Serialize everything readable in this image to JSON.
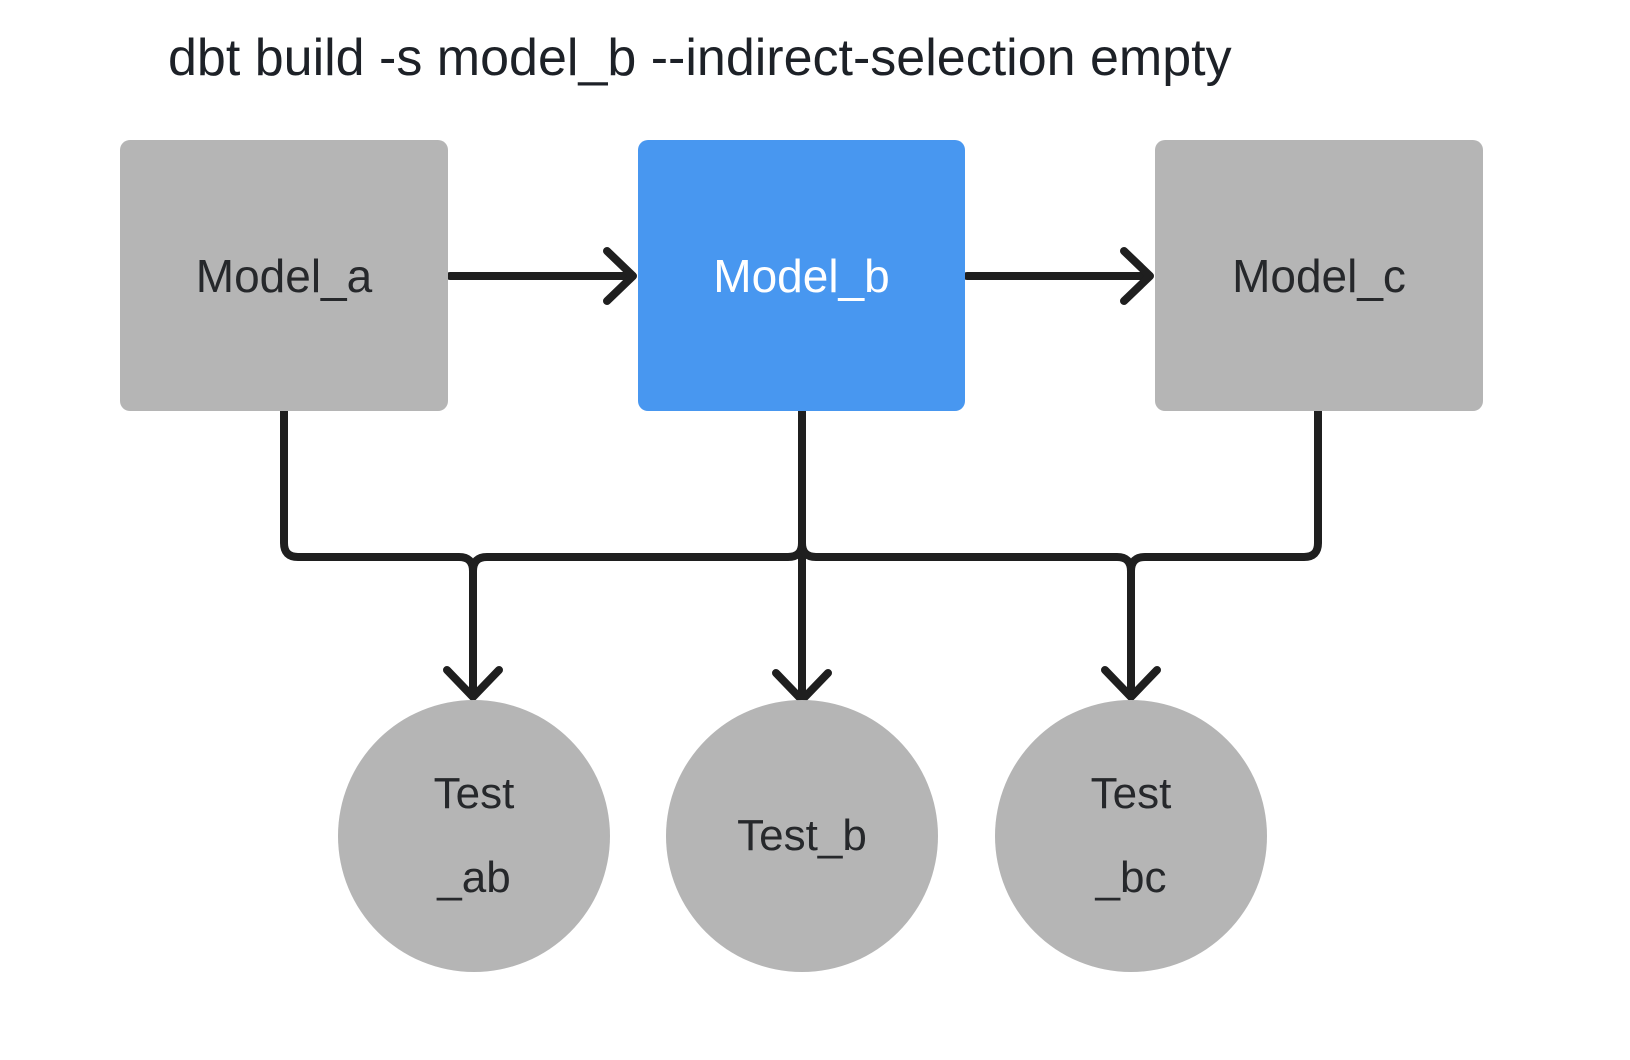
{
  "title": "dbt build -s model_b --indirect-selection empty",
  "colors": {
    "background": "#ffffff",
    "node_gray": "#b5b5b5",
    "node_selected_blue": "#4897f0",
    "edge_black": "#1f1f1f",
    "node_text_dark": "#26282b",
    "node_text_light": "#ffffff",
    "title_text": "#1d2127"
  },
  "nodes": {
    "model_a": {
      "label": "Model_a",
      "shape": "rect",
      "state": "unselected"
    },
    "model_b": {
      "label": "Model_b",
      "shape": "rect",
      "state": "selected"
    },
    "model_c": {
      "label": "Model_c",
      "shape": "rect",
      "state": "unselected"
    },
    "test_ab": {
      "label": "Test\n_ab",
      "shape": "circle",
      "state": "unselected"
    },
    "test_b": {
      "label": "Test_b",
      "shape": "circle",
      "state": "unselected"
    },
    "test_bc": {
      "label": "Test\n_bc",
      "shape": "circle",
      "state": "unselected"
    }
  },
  "edges": [
    {
      "from": "model_a",
      "to": "model_b"
    },
    {
      "from": "model_b",
      "to": "model_c"
    },
    {
      "from": "model_a",
      "to": "test_ab"
    },
    {
      "from": "model_b",
      "to": "test_ab"
    },
    {
      "from": "model_b",
      "to": "test_b"
    },
    {
      "from": "model_b",
      "to": "test_bc"
    },
    {
      "from": "model_c",
      "to": "test_bc"
    }
  ]
}
